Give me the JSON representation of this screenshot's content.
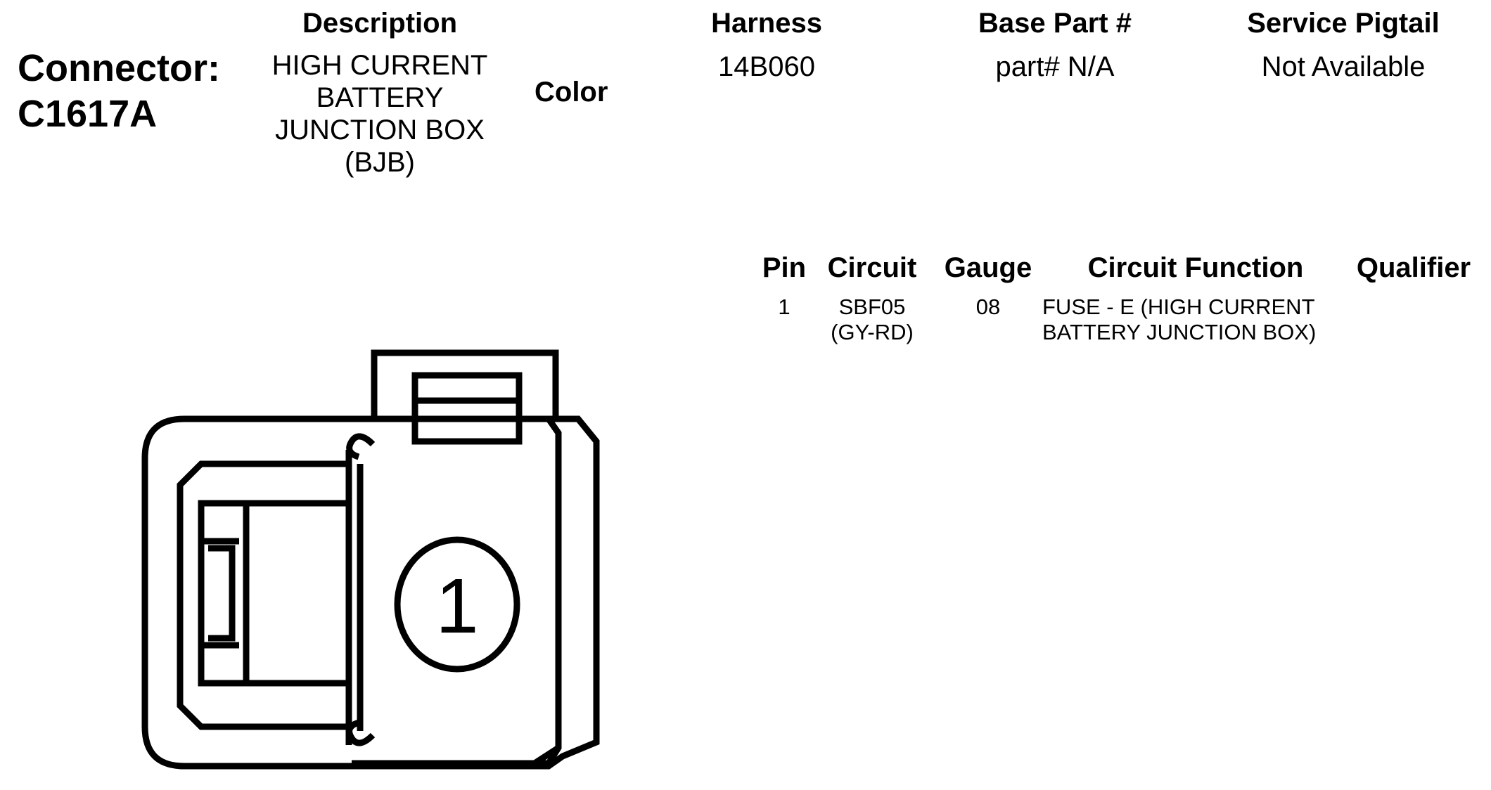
{
  "connector": {
    "label": "Connector:",
    "id": "C1617A"
  },
  "header": {
    "description_label": "Description",
    "description_lines": [
      "HIGH CURRENT",
      "BATTERY",
      "JUNCTION BOX",
      "(BJB)"
    ],
    "color_label": "Color",
    "harness_label": "Harness",
    "harness_value": "14B060",
    "base_part_label": "Base Part #",
    "base_part_value": "part# N/A",
    "service_pigtail_label": "Service Pigtail",
    "service_pigtail_value": "Not Available"
  },
  "pin_table": {
    "headers": {
      "pin": "Pin",
      "circuit": "Circuit",
      "gauge": "Gauge",
      "function": "Circuit Function",
      "qualifier": "Qualifier"
    },
    "rows": [
      {
        "pin": "1",
        "circuit_lines": [
          "SBF05",
          "(GY-RD)"
        ],
        "gauge": "08",
        "function_lines": [
          "FUSE - E (HIGH CURRENT",
          "BATTERY JUNCTION BOX)"
        ],
        "qualifier": ""
      }
    ]
  },
  "diagram": {
    "pin_label": "1"
  }
}
